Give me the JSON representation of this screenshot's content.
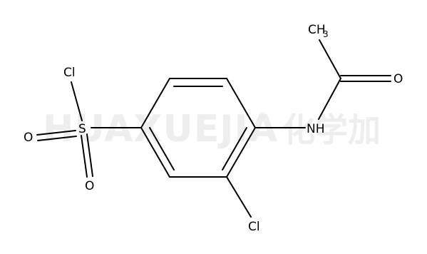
{
  "watermark": {
    "text": "HUAXUEJIA",
    "registered": "®",
    "chinese": "化学加"
  },
  "atoms": {
    "cl_sulfonyl": "Cl",
    "sulfur": "S",
    "oxygen_left": "O",
    "oxygen_bottom": "O",
    "methyl_c": "CH",
    "methyl_sub": "3",
    "carbonyl_o": "O",
    "amide_n": "NH",
    "ring_cl": "Cl"
  },
  "colors": {
    "bond": "#000000",
    "watermark": "#eeeeee"
  }
}
